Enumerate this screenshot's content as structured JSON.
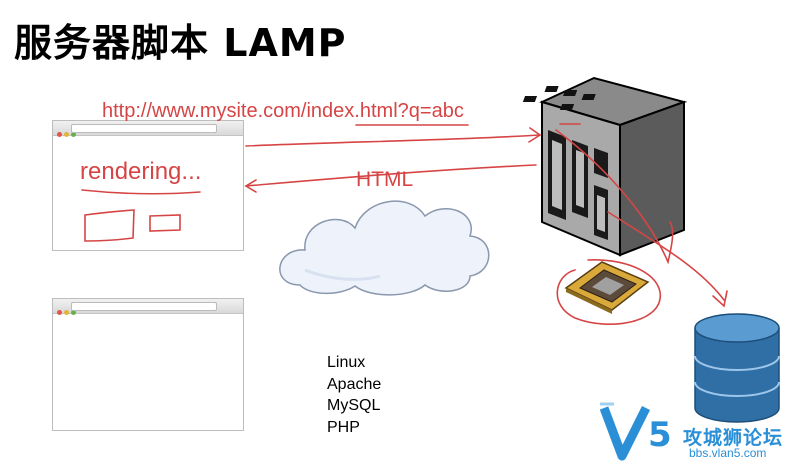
{
  "slide": {
    "title": "服务器脚本 LAMP",
    "request_url": "http://www.mysite.com/index.html?q=abc",
    "response_label": "HTML",
    "browser_status": "rendering...",
    "stack": [
      "Linux",
      "Apache",
      "MySQL",
      "PHP"
    ]
  },
  "watermark": {
    "logo_glyph": "V5",
    "name": "攻城狮论坛",
    "site": "bbs.vlan5.com"
  },
  "colors": {
    "annotation": "#d64545",
    "database": "#2f6fa6",
    "server": "#5b5b5b",
    "watermark": "#2a8fd6"
  },
  "icons": [
    "browser-window-icon",
    "cloud-icon",
    "server-icon",
    "cpu-chip-icon",
    "database-icon",
    "logo-icon"
  ]
}
